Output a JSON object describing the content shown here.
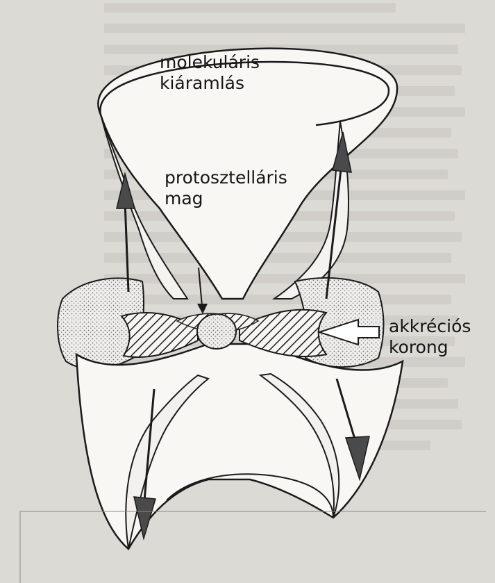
{
  "figure": {
    "labels": {
      "outflow": [
        "molekuláris",
        "kiáramlás"
      ],
      "core": [
        "protosztelláris",
        "mag"
      ],
      "disk": [
        "akkréciós",
        "korong"
      ]
    },
    "colors": {
      "paper": "#dcdad5",
      "ink": "#1a1a1a",
      "surface": "#f7f6f3",
      "stipple": "#777777"
    }
  }
}
